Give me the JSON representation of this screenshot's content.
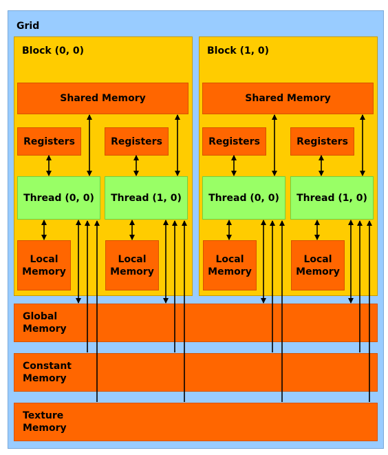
{
  "grid": {
    "title": "Grid"
  },
  "blocks": [
    {
      "title": "Block (0, 0)",
      "shared_memory": "Shared Memory",
      "threads": [
        {
          "registers": "Registers",
          "thread": "Thread (0, 0)",
          "local_memory": "Local\nMemory"
        },
        {
          "registers": "Registers",
          "thread": "Thread (1, 0)",
          "local_memory": "Local\nMemory"
        }
      ]
    },
    {
      "title": "Block (1, 0)",
      "shared_memory": "Shared Memory",
      "threads": [
        {
          "registers": "Registers",
          "thread": "Thread (0, 0)",
          "local_memory": "Local\nMemory"
        },
        {
          "registers": "Registers",
          "thread": "Thread (1, 0)",
          "local_memory": "Local\nMemory"
        }
      ]
    }
  ],
  "memories": {
    "global": "Global\nMemory",
    "constant": "Constant\nMemory",
    "texture": "Texture\nMemory"
  }
}
